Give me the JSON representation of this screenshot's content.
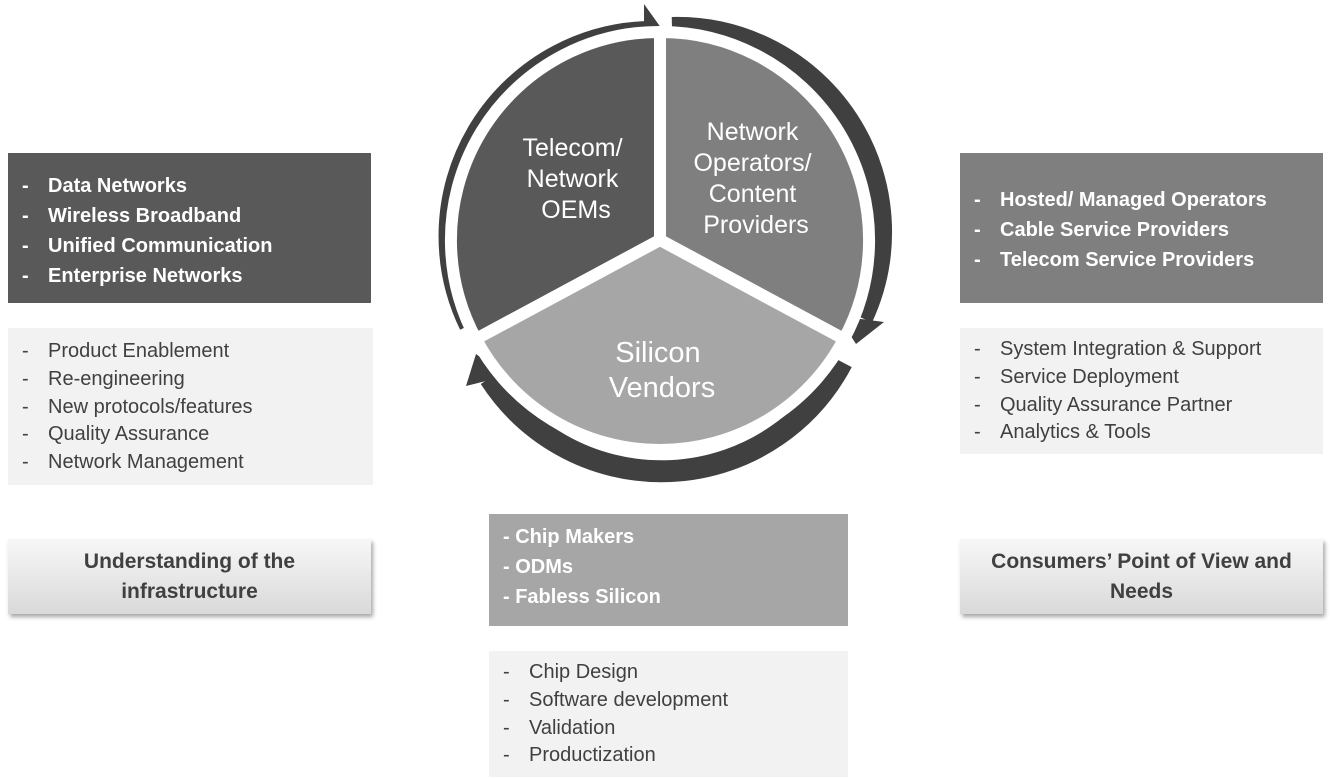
{
  "cycle": {
    "segments": [
      {
        "lines": [
          "Telecom/",
          "Network",
          "OEMs"
        ]
      },
      {
        "lines": [
          "Network",
          "Operators/",
          "Content",
          "Providers"
        ]
      },
      {
        "lines": [
          "Silicon",
          "Vendors"
        ]
      }
    ],
    "colors": {
      "top_left": "#595959",
      "top_right": "#7f7f7f",
      "bottom": "#a6a6a6",
      "arrow": "#404040"
    }
  },
  "left": {
    "segments_box": {
      "items": [
        "Data Networks",
        "Wireless Broadband",
        "Unified Communication",
        "Enterprise Networks"
      ]
    },
    "services_box": {
      "items": [
        "Product Enablement",
        "Re-engineering",
        "New protocols/features",
        "Quality Assurance",
        "Network Management"
      ]
    },
    "caption": {
      "lines": [
        "Understanding of the",
        "infrastructure"
      ]
    }
  },
  "right": {
    "segments_box": {
      "items": [
        "Hosted/ Managed Operators",
        "Cable Service Providers",
        "Telecom Service Providers"
      ]
    },
    "services_box": {
      "items": [
        "System Integration & Support",
        "Service Deployment",
        "Quality Assurance Partner",
        "Analytics & Tools"
      ]
    },
    "caption": {
      "lines": [
        "Consumers’ Point of View and",
        "Needs"
      ]
    }
  },
  "center": {
    "segments_box": {
      "items": [
        "Chip Makers",
        "ODMs",
        "Fabless Silicon"
      ]
    },
    "services_box": {
      "items": [
        "Chip Design",
        "Software development",
        "Validation",
        "Productization"
      ]
    }
  }
}
